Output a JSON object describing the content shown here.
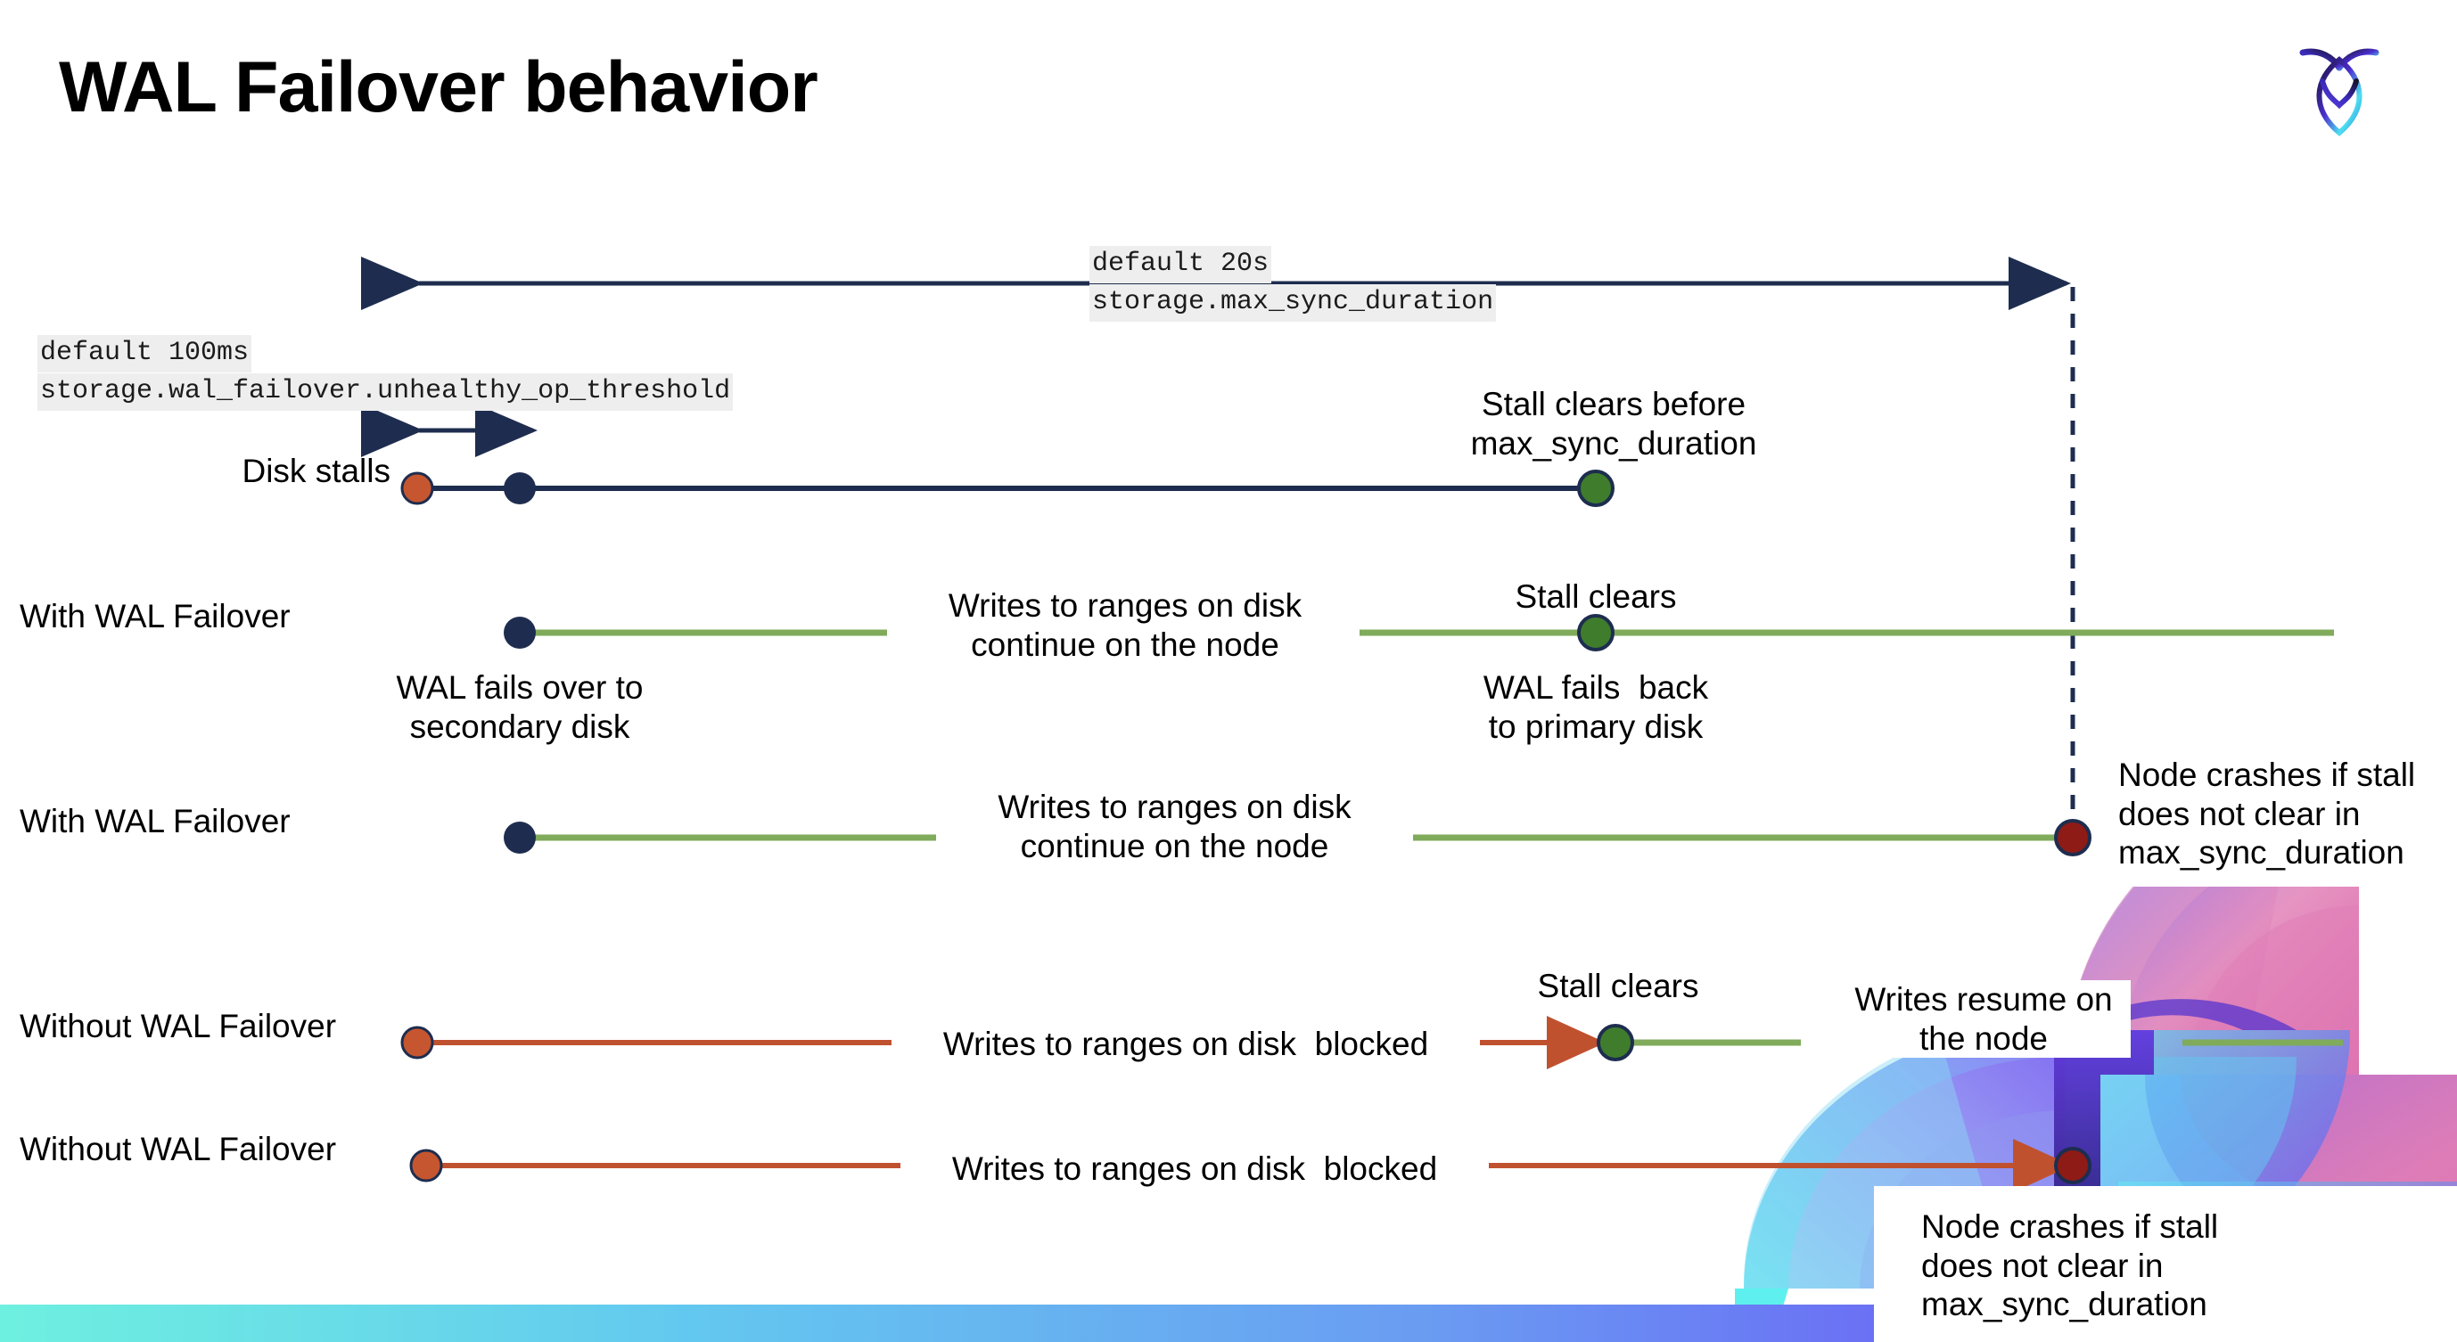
{
  "slide": {
    "title": "WAL Failover behavior",
    "logo_name": "cockroachdb-logo",
    "background": "#ffffff",
    "accent_bar_colors": [
      "#6ef0e0",
      "#63c8ef",
      "#6a9cf2",
      "#6b63f5",
      "#6b44f0"
    ]
  },
  "palette": {
    "navy": "#1e2d4f",
    "green_line": "#7fab5b",
    "green_dot": "#3f7d2c",
    "orange_line": "#c0512f",
    "orange_dot": "#c6562f",
    "crash_dot": "#8e1b16",
    "code_bg": "#eeeeee"
  },
  "settings": {
    "max_sync": {
      "default_label": "default 20s",
      "name": "storage.max_sync_duration"
    },
    "unhealthy_op": {
      "default_label": "default 100ms",
      "name": "storage.wal_failover.unhealthy_op_threshold"
    }
  },
  "rows": [
    {
      "id": "disk-stalls",
      "label": "Disk stalls",
      "note_above": "Stall clears before\nmax_sync_duration",
      "markers": [
        "stall-start-orange",
        "threshold-navy",
        "stall-clear-green"
      ]
    },
    {
      "id": "with-wal-failover-clears",
      "label": "With WAL Failover",
      "note_mid": "Writes to ranges on disk\ncontinue on the node",
      "note_below_left": "WAL fails over to\nsecondary disk",
      "note_above_right": "Stall clears",
      "note_below_right": "WAL fails  back\nto primary disk",
      "markers": [
        "failover-navy",
        "stall-clear-green"
      ]
    },
    {
      "id": "with-wal-failover-crash",
      "label": "With WAL Failover",
      "note_mid": "Writes to ranges on disk\ncontinue on the node",
      "note_right": "Node crashes if stall\ndoes not clear in\nmax_sync_duration",
      "markers": [
        "failover-navy",
        "crash-dark-red"
      ]
    },
    {
      "id": "without-wal-failover-clears",
      "label": "Without WAL Failover",
      "note_mid": "Writes to ranges on disk  blocked",
      "note_above_right": "Stall clears",
      "note_right": "Writes resume on\nthe node",
      "markers": [
        "stall-start-orange",
        "stall-clear-green"
      ]
    },
    {
      "id": "without-wal-failover-crash",
      "label": "Without WAL Failover",
      "note_mid": "Writes to ranges on disk  blocked",
      "note_below_right": "Node crashes if stall\ndoes not clear in\nmax_sync_duration",
      "markers": [
        "stall-start-orange",
        "crash-dark-red"
      ]
    }
  ],
  "notes": {
    "stall_clears_before": "Stall clears before\nmax_sync_duration",
    "stall_clears": "Stall clears",
    "writes_continue": "Writes to ranges on disk\ncontinue on the node",
    "wal_fails_over": "WAL fails over to\nsecondary disk",
    "wal_fails_back": "WAL fails  back\nto primary disk",
    "node_crashes": "Node crashes if stall\ndoes not clear in\nmax_sync_duration",
    "writes_blocked": "Writes to ranges on disk  blocked",
    "writes_resume": "Writes resume on\nthe node"
  }
}
